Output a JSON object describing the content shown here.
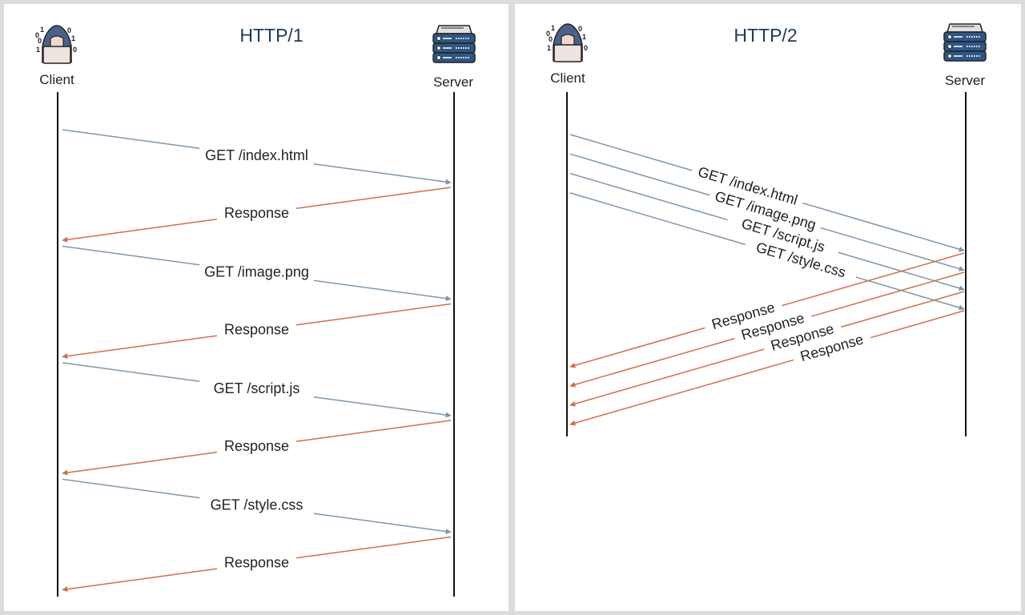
{
  "colors": {
    "request": "#7f97ac",
    "response": "#d06f4c",
    "title": "#1f3a5a",
    "lifeline": "#111111",
    "background": "#dcdcdc",
    "panel": "#ffffff"
  },
  "panels": [
    {
      "id": "http1",
      "title": "HTTP/1",
      "client_label": "Client",
      "server_label": "Server",
      "client_icon": "hacker-client-icon",
      "server_icon": "server-rack-icon",
      "mode": "sequential",
      "messages": [
        {
          "type": "request",
          "label": "GET /index.html"
        },
        {
          "type": "response",
          "label": "Response"
        },
        {
          "type": "request",
          "label": "GET /image.png"
        },
        {
          "type": "response",
          "label": "Response"
        },
        {
          "type": "request",
          "label": "GET /script.js"
        },
        {
          "type": "response",
          "label": "Response"
        },
        {
          "type": "request",
          "label": "GET /style.css"
        },
        {
          "type": "response",
          "label": "Response"
        }
      ]
    },
    {
      "id": "http2",
      "title": "HTTP/2",
      "client_label": "Client",
      "server_label": "Server",
      "client_icon": "hacker-client-icon",
      "server_icon": "server-rack-icon",
      "mode": "multiplexed",
      "messages": [
        {
          "type": "request",
          "label": "GET /index.html"
        },
        {
          "type": "request",
          "label": "GET /image.png"
        },
        {
          "type": "request",
          "label": "GET /script.js"
        },
        {
          "type": "request",
          "label": "GET /style.css"
        },
        {
          "type": "response",
          "label": "Response"
        },
        {
          "type": "response",
          "label": "Response"
        },
        {
          "type": "response",
          "label": "Response"
        },
        {
          "type": "response",
          "label": "Response"
        }
      ]
    }
  ]
}
